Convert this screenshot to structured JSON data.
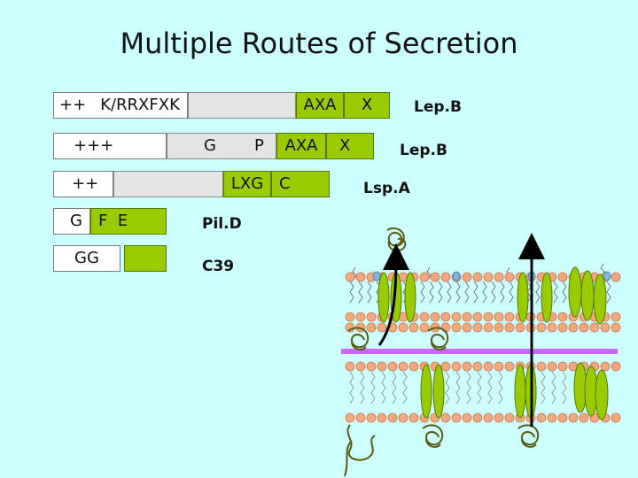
{
  "title": "Multiple Routes of Secretion",
  "rows": {
    "r1": {
      "n": "++",
      "motif": "K/RRXFXK",
      "cleave": "AXA",
      "x": "X",
      "enzyme": "Lep.B"
    },
    "r2": {
      "n": "+++",
      "g": "G",
      "p": "P",
      "cleave": "AXA",
      "x": "X",
      "enzyme": "Lep.B"
    },
    "r3": {
      "n": "++",
      "cleave": "LXG",
      "c": "C",
      "enzyme": "Lsp.A"
    },
    "r4": {
      "g": "G",
      "fe": "F  E",
      "enzyme": "Pil.D"
    },
    "r5": {
      "gg": "GG",
      "enzyme": "C39"
    }
  },
  "colors": {
    "background": "#ccffff",
    "green": "#99cc00",
    "band": "#cc66ff",
    "head": "#f5a87e"
  }
}
